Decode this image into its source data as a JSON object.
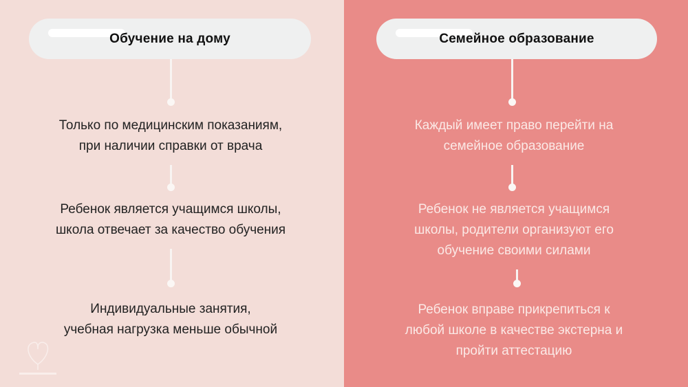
{
  "left": {
    "title": "Обучение на дому",
    "items": [
      [
        "Только по медицинским показаниям,",
        "при наличии справки от врача"
      ],
      [
        "Ребенок является учащимся школы,",
        "школа отвечает за качество обучения"
      ],
      [
        "Индивидуальные занятия,",
        "учебная нагрузка меньше обычной"
      ]
    ]
  },
  "right": {
    "title": "Семейное образование",
    "items": [
      [
        "Каждый имеет право перейти на",
        "семейное образование"
      ],
      [
        "Ребенок не является учащимся",
        "школы, родители организуют его",
        "обучение своими силами"
      ],
      [
        "Ребенок вправе прикрепиться к",
        "любой школе в качестве экстерна и",
        "пройти аттестацию"
      ]
    ]
  },
  "colors": {
    "left_bg": "#f3ddd8",
    "right_bg": "#e98b88",
    "pill": "#eff0f0"
  }
}
